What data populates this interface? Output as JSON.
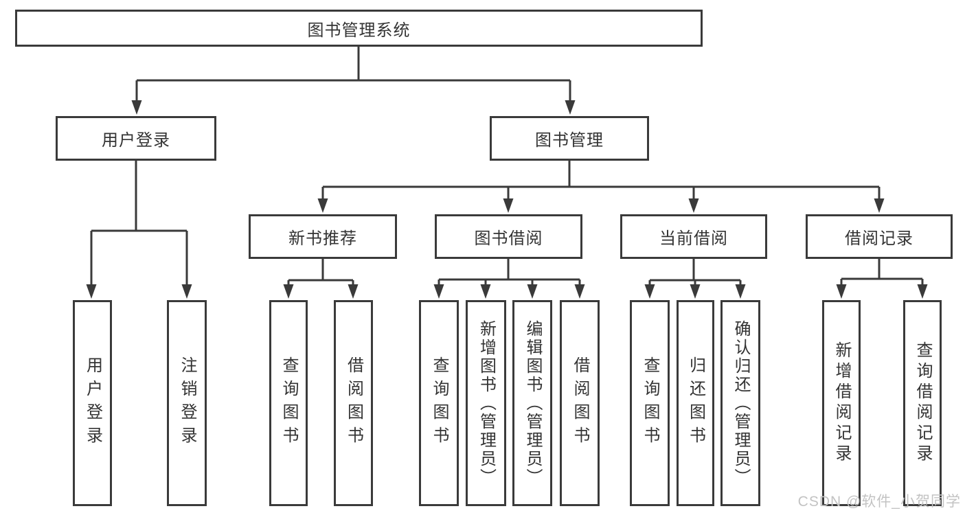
{
  "diagram": {
    "root": {
      "label": "图书管理系统"
    },
    "level2": {
      "user_login": {
        "label": "用户登录"
      },
      "book_mgmt": {
        "label": "图书管理"
      }
    },
    "level3": {
      "new_book": {
        "label": "新书推荐"
      },
      "book_borrow": {
        "label": "图书借阅"
      },
      "current_borrow": {
        "label": "当前借阅"
      },
      "borrow_record": {
        "label": "借阅记录"
      }
    },
    "leaves": {
      "user_login": [
        "用户登录",
        "注销登录"
      ],
      "new_book": [
        "查询图书",
        "借阅图书"
      ],
      "book_borrow": [
        "查询图书",
        "新增图书（管理员）",
        "编辑图书（管理员）",
        "借阅图书"
      ],
      "current_borrow": [
        "查询图书",
        "归还图书",
        "确认归还（管理员）"
      ],
      "borrow_record": [
        "新增借阅记录",
        "查询借阅记录"
      ]
    }
  },
  "watermark": "CSDN @软件_小贺同学",
  "colors": {
    "line": "#3a3a3a",
    "text": "#333333",
    "box_background": "#ffffff",
    "watermark": "#c3c3c3",
    "background": "#ffffff"
  }
}
